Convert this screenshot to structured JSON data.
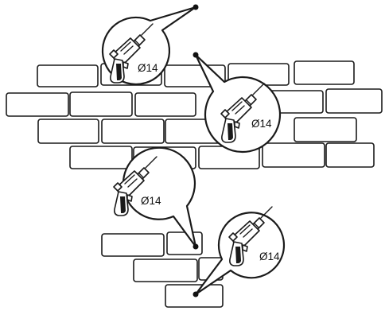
{
  "callouts": [
    {
      "label": "Ø14",
      "icon": "drill-icon"
    },
    {
      "label": "Ø14",
      "icon": "drill-icon"
    },
    {
      "label": "Ø14",
      "icon": "drill-icon"
    },
    {
      "label": "Ø14",
      "icon": "drill-icon"
    }
  ],
  "colors": {
    "stroke": "#1a1a1a",
    "background": "#ffffff"
  }
}
